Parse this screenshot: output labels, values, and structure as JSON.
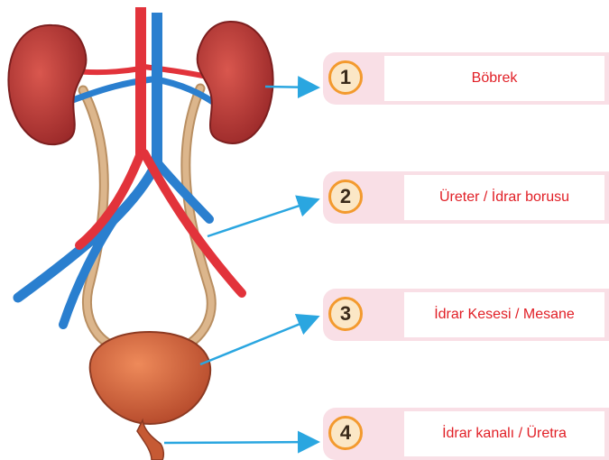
{
  "labels": [
    {
      "number": "1",
      "text": "Böbrek"
    },
    {
      "number": "2",
      "text": "Üreter / İdrar borusu"
    },
    {
      "number": "3",
      "text": "İdrar Kesesi / Mesane"
    },
    {
      "number": "4",
      "text": "İdrar kanalı / Üretra"
    }
  ],
  "colors": {
    "artery": "#e2333b",
    "vein": "#2a7fcf",
    "kidney": "#b83a3a",
    "ureter": "#d8b085",
    "bladder": "#d8683c",
    "pointer": "#2aa6e0",
    "card_bg": "#f9dfe6",
    "label_text": "#e11f26",
    "badge_ring": "#f39a2e"
  }
}
